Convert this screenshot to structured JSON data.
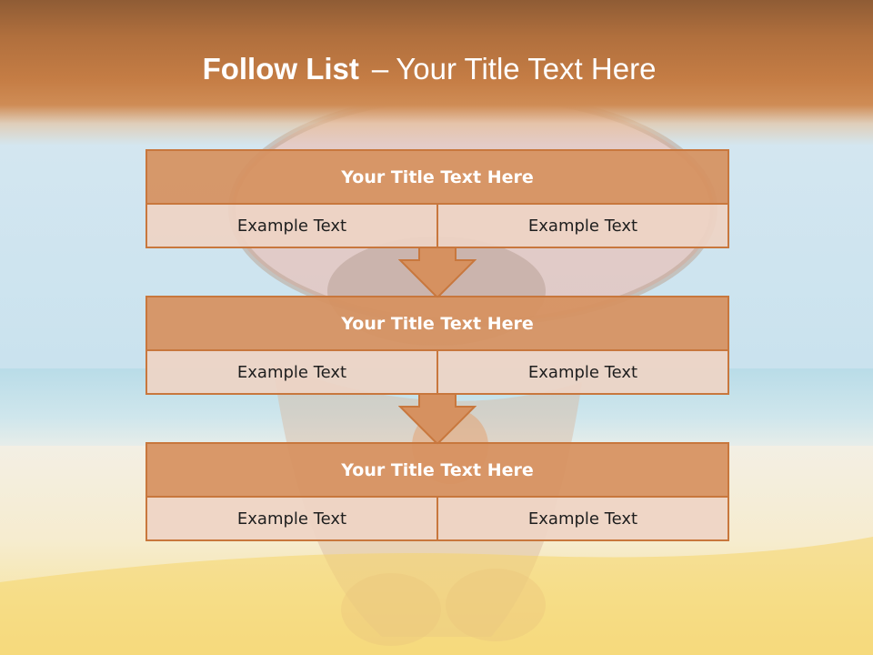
{
  "slide": {
    "title_bold": "Follow List",
    "title_dash": "–",
    "title_rest": "Your Title Text Here"
  },
  "steps": [
    {
      "title": "Your Title Text Here",
      "cells": [
        "Example Text",
        "Example Text"
      ]
    },
    {
      "title": "Your Title Text Here",
      "cells": [
        "Example Text",
        "Example Text"
      ]
    },
    {
      "title": "Your Title Text Here",
      "cells": [
        "Example Text",
        "Example Text"
      ]
    }
  ],
  "colors": {
    "header_band": "#c57d45",
    "box_border": "#c8773d",
    "box_title_fill": "#d69160",
    "box_cell_fill": "#eed4c4",
    "arrow_fill": "#d69160"
  },
  "icons": {
    "connector": "down-arrow-icon"
  }
}
